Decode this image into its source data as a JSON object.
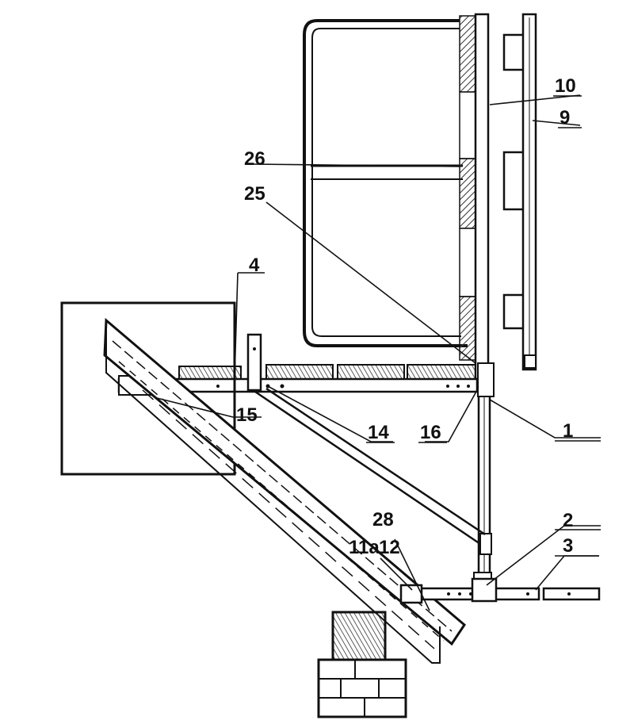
{
  "labels": {
    "l1": "1",
    "l2": "2",
    "l3": "3",
    "l4": "4",
    "l9": "9",
    "l10": "10",
    "l11a": "11a",
    "l12": "12",
    "l14": "14",
    "l15": "15",
    "l16": "16",
    "l25": "25",
    "l26": "26",
    "l28": "28"
  },
  "colors": {
    "ink": "#111111",
    "paper": "#ffffff",
    "hatch": "#333333"
  }
}
